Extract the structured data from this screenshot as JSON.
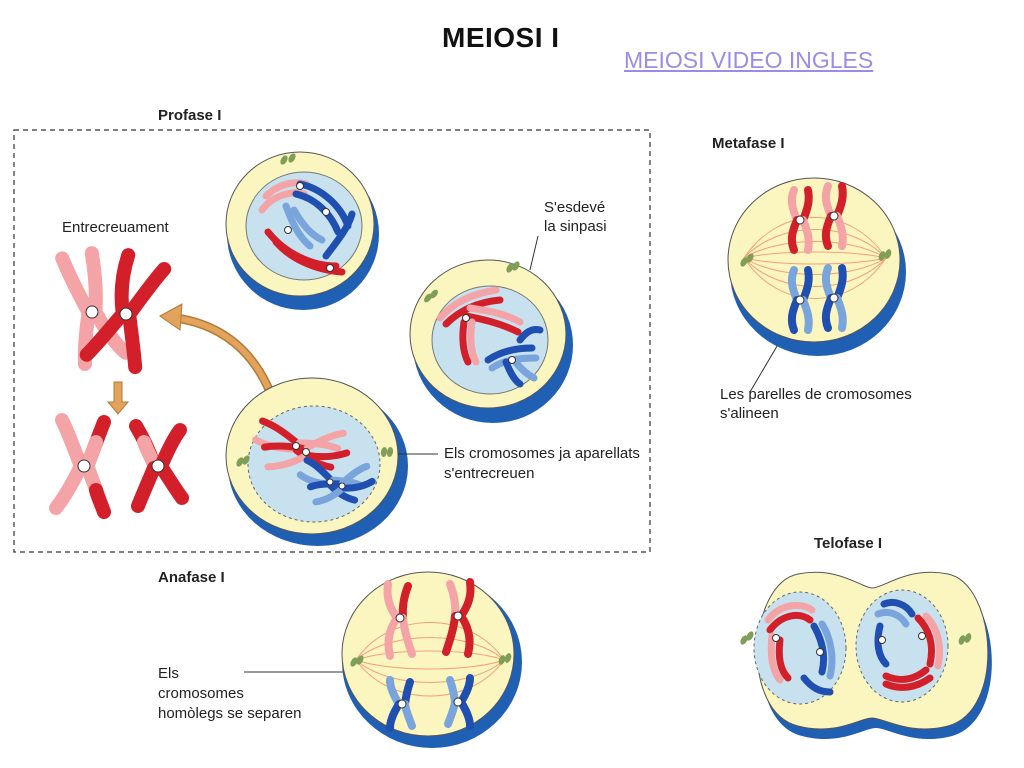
{
  "title": "MEIOSI I",
  "link": {
    "text": "MEIOSI  VIDEO INGLES"
  },
  "phases": {
    "prophase": "Profase I",
    "metaphase": "Metafase I",
    "anaphase": "Anafase I",
    "telophase": "Telofase I"
  },
  "labels": {
    "crossing_over": "Entrecreuament",
    "synapsis_line1": "S'esdevé",
    "synapsis_line2": "la sinpasi",
    "crossing_line1": "Els cromosomes ja aparellats",
    "crossing_line2": "s'entrecreuen",
    "align_line1": "Les parelles de cromosomes",
    "align_line2": "s'alineen",
    "separate_line1": "Els",
    "separate_line2": "cromosomes",
    "separate_line3": "homòlegs se separen"
  },
  "colors": {
    "cytoplasm": "#fbf5bf",
    "membrane_shadow": "#1f5fb4",
    "nucleus": "#c7e2ee",
    "red_dark": "#d21f2a",
    "red_light": "#f4a3a6",
    "blue_dark": "#1f4fb0",
    "blue_light": "#7aa4dc",
    "spindle": "#f3a07a",
    "arrow": "#e2a35c"
  }
}
